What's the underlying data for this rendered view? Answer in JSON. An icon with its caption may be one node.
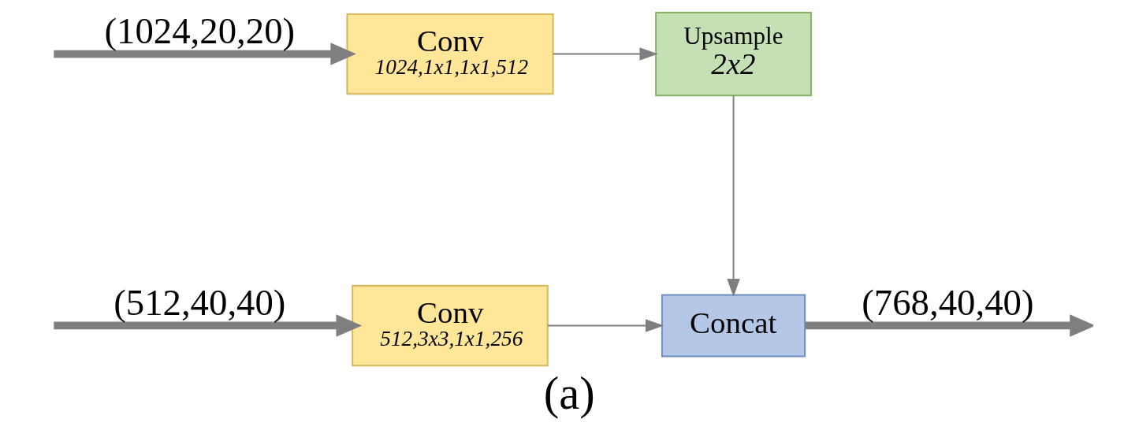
{
  "diagram": {
    "caption": "(a)",
    "nodes": [
      {
        "text": [
          "Conv",
          "1024,1x1,1x1,512"
        ]
      },
      {
        "text": [
          "Upsample",
          "2x2"
        ]
      },
      {
        "text": [
          "Conv",
          "512,3x3,1x1,256"
        ]
      },
      {
        "text": [
          "Concat"
        ]
      }
    ],
    "edges": [
      {
        "from": null,
        "to": 0,
        "arrow": "to",
        "label": "(1024,20,20)",
        "style": "thick"
      },
      {
        "from": 0,
        "to": 1,
        "arrow": "to"
      },
      {
        "from": 1,
        "to": 3,
        "arrow": "to"
      },
      {
        "from": null,
        "to": 2,
        "arrow": "to",
        "label": "(512,40,40)",
        "style": "thick"
      },
      {
        "from": 2,
        "to": 3,
        "arrow": "to"
      },
      {
        "from": 3,
        "to": null,
        "arrow": "to",
        "label": "(768,40,40)",
        "style": "thick"
      }
    ]
  }
}
